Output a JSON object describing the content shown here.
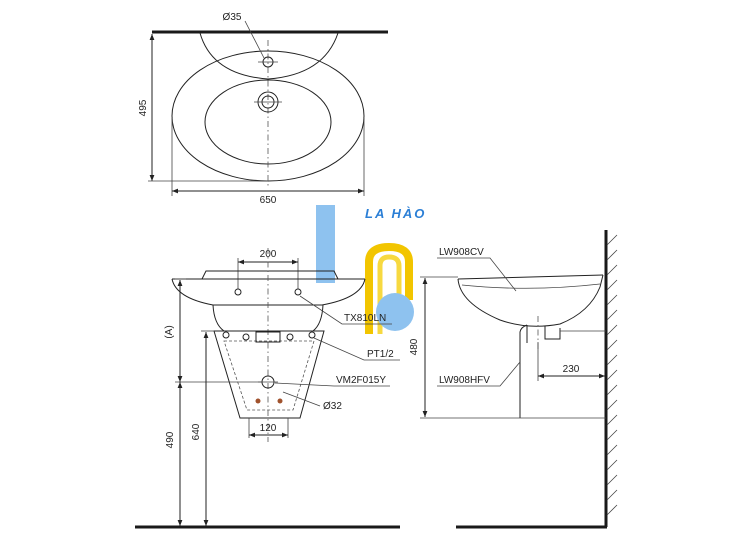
{
  "logo": {
    "text": "LA HÀO"
  },
  "top_view": {
    "faucet_hole_label": "Ø35",
    "depth_label": "495",
    "width_label": "650"
  },
  "front_view": {
    "hole_spacing_label": "200",
    "parts": {
      "faucet": "TX810LN",
      "supply": "PT1/2",
      "valve": "VM2F015Y",
      "drain_hole": "Ø32"
    },
    "pedestal_width_label": "120",
    "height_a_label": "(A)",
    "height_490_label": "490",
    "height_640_label": "640"
  },
  "side_view": {
    "basin_label": "LW908CV",
    "pedestal_label": "LW908HFV",
    "height_label": "480",
    "projection_label": "230"
  },
  "colors": {
    "line": "#222222",
    "logo_blue": "#8ec2ef",
    "logo_text": "#2b7fd6",
    "logo_yellow": "#f2c500",
    "hole_accent": "#a0522d"
  }
}
